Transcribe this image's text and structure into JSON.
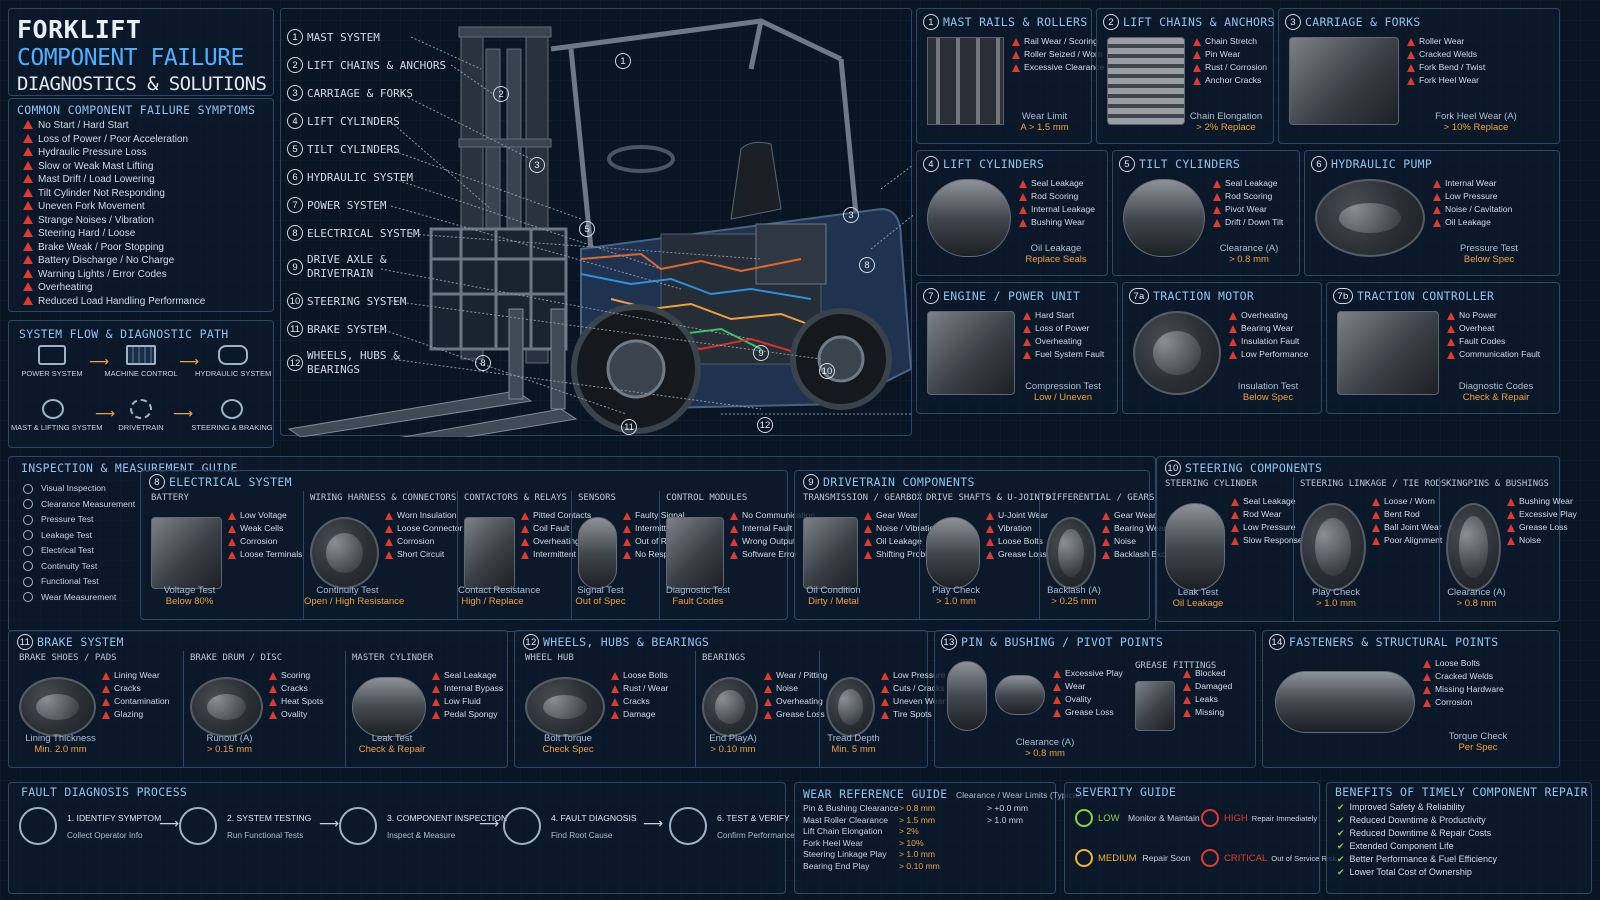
{
  "title": {
    "line1": "FORKLIFT",
    "line2": "COMPONENT FAILURE",
    "line3": "DIAGNOSTICS & SOLUTIONS"
  },
  "symptoms": {
    "title": "COMMON COMPONENT FAILURE SYMPTOMS",
    "items": [
      "No Start / Hard Start",
      "Loss of Power / Poor Acceleration",
      "Hydraulic Pressure Loss",
      "Slow or Weak Mast Lifting",
      "Mast Drift / Load Lowering",
      "Tilt Cylinder Not Responding",
      "Uneven Fork Movement",
      "Strange Noises / Vibration",
      "Steering Hard / Loose",
      "Brake Weak / Poor Stopping",
      "Battery Discharge / No Charge",
      "Warning Lights / Error Codes",
      "Overheating",
      "Reduced Load Handling Performance"
    ]
  },
  "flow": {
    "title": "SYSTEM FLOW & DIAGNOSTIC PATH",
    "nodes": [
      "POWER SYSTEM",
      "MACHINE CONTROL",
      "HYDRAULIC SYSTEM",
      "MAST & LIFTING SYSTEM",
      "DRIVETRAIN",
      "STEERING & BRAKING"
    ]
  },
  "callouts": [
    {
      "n": "1",
      "t": "MAST SYSTEM"
    },
    {
      "n": "2",
      "t": "LIFT CHAINS & ANCHORS"
    },
    {
      "n": "3",
      "t": "CARRIAGE & FORKS"
    },
    {
      "n": "4",
      "t": "LIFT CYLINDERS"
    },
    {
      "n": "5",
      "t": "TILT CYLINDERS"
    },
    {
      "n": "6",
      "t": "HYDRAULIC SYSTEM"
    },
    {
      "n": "7",
      "t": "POWER SYSTEM"
    },
    {
      "n": "8",
      "t": "ELECTRICAL SYSTEM"
    },
    {
      "n": "9",
      "t": "DRIVE AXLE & DRIVETRAIN"
    },
    {
      "n": "10",
      "t": "STEERING SYSTEM"
    },
    {
      "n": "11",
      "t": "BRAKE SYSTEM"
    },
    {
      "n": "12",
      "t": "WHEELS, HUBS & BEARINGS"
    }
  ],
  "forklift_labels": [
    "1",
    "2",
    "3",
    "3",
    "5",
    "8",
    "8",
    "9",
    "10",
    "11",
    "12"
  ],
  "comp": [
    {
      "n": "1",
      "title": "MAST RAILS & ROLLERS",
      "items": [
        "Rail Wear / Scoring",
        "Roller Seized / Worn",
        "Excessive Clearance"
      ],
      "f1": "Wear Limit",
      "f2": "A > 1.5 mm"
    },
    {
      "n": "2",
      "title": "LIFT CHAINS & ANCHORS",
      "items": [
        "Chain Stretch",
        "Pin Wear",
        "Rust / Corrosion",
        "Anchor Cracks"
      ],
      "f1": "Chain Elongation",
      "f2": "> 2% Replace"
    },
    {
      "n": "3",
      "title": "CARRIAGE & FORKS",
      "items": [
        "Roller Wear",
        "Cracked Welds",
        "Fork Bend / Twist",
        "Fork Heel Wear"
      ],
      "f1": "Fork Heel Wear (A)",
      "f2": "> 10% Replace"
    },
    {
      "n": "4",
      "title": "LIFT CYLINDERS",
      "items": [
        "Seal Leakage",
        "Rod Scoring",
        "Internal Leakage",
        "Bushing Wear"
      ],
      "f1": "Oil Leakage",
      "f2": "Replace Seals"
    },
    {
      "n": "5",
      "title": "TILT CYLINDERS",
      "items": [
        "Seal Leakage",
        "Rod Scoring",
        "Pivot Wear",
        "Drift / Down Tilt"
      ],
      "f1": "Clearance (A)",
      "f2": "> 0.8 mm"
    },
    {
      "n": "6",
      "title": "HYDRAULIC PUMP",
      "items": [
        "Internal Wear",
        "Low Pressure",
        "Noise / Cavitation",
        "Oil Leakage"
      ],
      "f1": "Pressure Test",
      "f2": "Below Spec"
    },
    {
      "n": "7",
      "title": "ENGINE / POWER UNIT",
      "items": [
        "Hard Start",
        "Loss of Power",
        "Overheating",
        "Fuel System Fault"
      ],
      "f1": "Compression Test",
      "f2": "Low / Uneven"
    },
    {
      "n": "7a",
      "title": "TRACTION MOTOR",
      "items": [
        "Overheating",
        "Bearing Wear",
        "Insulation Fault",
        "Low Performance"
      ],
      "f1": "Insulation Test",
      "f2": "Below Spec"
    },
    {
      "n": "7b",
      "title": "TRACTION CONTROLLER",
      "items": [
        "No Power",
        "Overheat",
        "Fault Codes",
        "Communication Fault"
      ],
      "f1": "Diagnostic Codes",
      "f2": "Check & Repair"
    }
  ],
  "inspection": {
    "title": "INSPECTION & MEASUREMENT GUIDE",
    "items": [
      "Visual Inspection",
      "Clearance Measurement",
      "Pressure Test",
      "Leakage Test",
      "Electrical Test",
      "Continuity Test",
      "Functional Test",
      "Wear Measurement"
    ]
  },
  "electrical": {
    "n": "8",
    "title": "ELECTRICAL SYSTEM",
    "subs": [
      {
        "t": "BATTERY",
        "items": [
          "Low Voltage",
          "Weak Cells",
          "Corrosion",
          "Loose Terminals"
        ],
        "f1": "Voltage Test",
        "f2": "Below 80%"
      },
      {
        "t": "WIRING HARNESS & CONNECTORS",
        "items": [
          "Worn Insulation",
          "Loose Connector",
          "Corrosion",
          "Short Circuit"
        ],
        "f1": "Continuity Test",
        "f2": "Open / High Resistance"
      },
      {
        "t": "CONTACTORS & RELAYS",
        "items": [
          "Pitted Contacts",
          "Coil Fault",
          "Overheating",
          "Intermittent"
        ],
        "f1": "Contact Resistance",
        "f2": "High / Replace"
      },
      {
        "t": "SENSORS",
        "items": [
          "Faulty Signal",
          "Intermittent",
          "Out of Range",
          "No Response"
        ],
        "f1": "Signal Test",
        "f2": "Out of Spec"
      },
      {
        "t": "CONTROL MODULES",
        "items": [
          "No Communication",
          "Internal Fault",
          "Wrong Output",
          "Software Error"
        ],
        "f1": "Diagnostic Test",
        "f2": "Fault Codes"
      }
    ]
  },
  "drivetrain": {
    "n": "9",
    "title": "DRIVETRAIN COMPONENTS",
    "subs": [
      {
        "t": "TRANSMISSION / GEARBOX",
        "items": [
          "Gear Wear",
          "Noise / Vibration",
          "Oil Leakage",
          "Shifting Problems"
        ],
        "f1": "Oil Condition",
        "f2": "Dirty / Metal"
      },
      {
        "t": "DRIVE SHAFTS & U-JOINTS",
        "items": [
          "U-Joint Wear",
          "Vibration",
          "Loose Bolts",
          "Grease Loss"
        ],
        "f1": "Play Check",
        "f2": "> 1.0 mm"
      },
      {
        "t": "DIFFERENTIAL / GEARS",
        "items": [
          "Gear Wear",
          "Bearing Wear",
          "Noise",
          "Backlash Excess"
        ],
        "f1": "Backlash (A)",
        "f2": "> 0.25 mm"
      }
    ]
  },
  "steering": {
    "n": "10",
    "title": "STEERING COMPONENTS",
    "subs": [
      {
        "t": "STEERING CYLINDER",
        "items": [
          "Seal Leakage",
          "Rod Wear",
          "Low Pressure",
          "Slow Response"
        ],
        "f1": "Leak Test",
        "f2": "Oil Leakage"
      },
      {
        "t": "STEERING LINKAGE / TIE RODS",
        "items": [
          "Loose / Worn",
          "Bent Rod",
          "Ball Joint Wear",
          "Poor Alignment"
        ],
        "f1": "Play Check",
        "f2": "> 1.0 mm"
      },
      {
        "t": "KINGPINS & BUSHINGS",
        "items": [
          "Bushing Wear",
          "Excessive Play",
          "Grease Loss",
          "Noise"
        ],
        "f1": "Clearance (A)",
        "f2": "> 0.8 mm"
      }
    ]
  },
  "brake": {
    "n": "11",
    "title": "BRAKE SYSTEM",
    "subs": [
      {
        "t": "BRAKE SHOES / PADS",
        "items": [
          "Lining Wear",
          "Cracks",
          "Contamination",
          "Glazing"
        ],
        "f1": "Lining Thickness",
        "f2": "Min. 2.0 mm"
      },
      {
        "t": "BRAKE DRUM / DISC",
        "items": [
          "Scoring",
          "Cracks",
          "Heat Spots",
          "Ovality"
        ],
        "f1": "Runout (A)",
        "f2": "> 0.15 mm"
      },
      {
        "t": "MASTER CYLINDER",
        "items": [
          "Seal Leakage",
          "Internal Bypass",
          "Low Fluid",
          "Pedal Spongy"
        ],
        "f1": "Leak Test",
        "f2": "Check & Repair"
      }
    ]
  },
  "wheels": {
    "n": "12",
    "title": "WHEELS, HUBS & BEARINGS",
    "subs": [
      {
        "t": "WHEEL HUB",
        "items": [
          "Loose Bolts",
          "Rust / Wear",
          "Cracks",
          "Damage"
        ],
        "f1": "Bolt Torque",
        "f2": "Check Spec"
      },
      {
        "t": "BEARINGS",
        "items": [
          "Wear / Pitting",
          "Noise",
          "Overheating",
          "Grease Loss"
        ],
        "f1": "End PlayA)",
        "f2": "> 0.10 mm"
      },
      {
        "t": "",
        "items": [
          "Low Pressure",
          "Cuts / Cracks",
          "Uneven Wear",
          "Tire Spots"
        ],
        "f1": "Tread Depth",
        "f2": "Min. 5 mm"
      }
    ]
  },
  "pins": {
    "n": "13",
    "title": "PIN & BUSHING / PIVOT POINTS",
    "sub_t": "GREASE FITTINGS",
    "items1": [
      "Excessive Play",
      "Wear",
      "Ovality",
      "Grease Loss"
    ],
    "items2": [
      "Blocked",
      "Damaged",
      "Leaks",
      "Missing"
    ],
    "f1": "Clearance (A)",
    "f2": "> 0.8 mm"
  },
  "fasteners": {
    "n": "14",
    "title": "FASTENERS & STRUCTURAL POINTS",
    "items": [
      "Loose Bolts",
      "Cracked Welds",
      "Missing Hardware",
      "Corrosion"
    ],
    "f1": "Torque Check",
    "f2": "Per Spec"
  },
  "process": {
    "title": "FAULT DIAGNOSIS PROCESS",
    "steps": [
      {
        "t": "1. IDENTIFY SYMPTOM",
        "s": "Collect Operator Info"
      },
      {
        "t": "2. SYSTEM TESTING",
        "s": "Run Functional Tests"
      },
      {
        "t": "3. COMPONENT INSPECTION",
        "s": "Inspect & Measure"
      },
      {
        "t": "4. FAULT DIAGNOSIS",
        "s": "Find Root Cause"
      },
      {
        "t": "6. TEST & VERIFY",
        "s": "Confirm Performance"
      }
    ]
  },
  "wear_guide": {
    "title": "WEAR REFERENCE GUIDE",
    "subtitle": "Clearance / Wear Limits (Typical)",
    "rows": [
      [
        "Pin & Bushing Clearance",
        "> 0.8 mm",
        "> +0.0 mm"
      ],
      [
        "Mast Roller Clearance",
        "> 1.5 mm",
        "> 1.0 mm"
      ],
      [
        "Lift Chain Elongation",
        "> 2%",
        ""
      ],
      [
        "Fork Heel Wear",
        "> 10%",
        ""
      ],
      [
        "Steering Linkage Play",
        "> 1.0 mm",
        ""
      ],
      [
        "Bearing End Play",
        "> 0.10 mm",
        ""
      ]
    ]
  },
  "severity": {
    "title": "SEVERITY GUIDE",
    "low": "LOW",
    "low_t": "Monitor & Maintain",
    "high": "HIGH",
    "high_t": "Repair Immediately",
    "medium": "MEDIUM",
    "medium_t": "Repair Soon",
    "critical": "CRITICAL",
    "critical_t": "Out of Service Risk"
  },
  "benefits": {
    "title": "BENEFITS OF TIMELY COMPONENT REPAIR",
    "items": [
      "Improved Safety & Reliability",
      "Reduced Downtime & Productivity",
      "Reduced Downtime & Repair Costs",
      "Extended Component Life",
      "Better Performance & Fuel Efficiency",
      "Lower Total Cost of Ownership"
    ]
  },
  "colors": {
    "accent": "#8fc4f0",
    "warn": "#e03a2e",
    "value": "#f0a23a",
    "low": "#8fcf3a",
    "medium": "#f0b428"
  }
}
